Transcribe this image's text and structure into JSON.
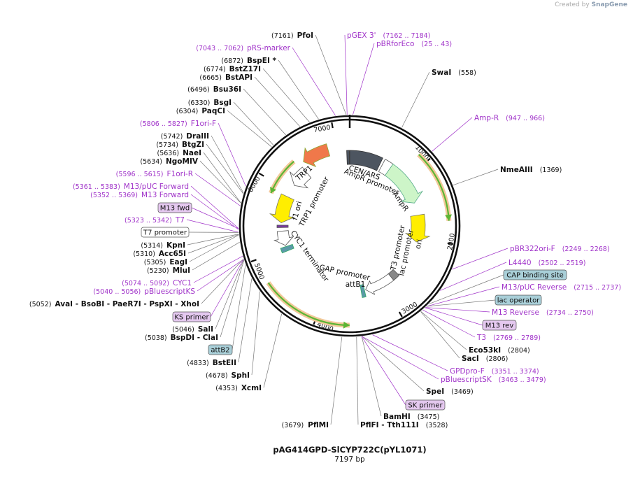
{
  "credit": {
    "prefix": "Created by",
    "brand": "SnapGene"
  },
  "plasmid": {
    "name": "pAG414GPD-SlCYP722C(pYL1071)",
    "size_label": "7197 bp",
    "length": 7197
  },
  "ticks": [
    "1000",
    "2000",
    "3000",
    "4000",
    "5000",
    "6000",
    "7000"
  ],
  "enzymes": [
    {
      "name": "PfoI",
      "pos": "(7161)"
    },
    {
      "name": "BspEI *",
      "pos": "(6872)"
    },
    {
      "name": "BstZ17I",
      "pos": "(6774)"
    },
    {
      "name": "BstAPI",
      "pos": "(6665)"
    },
    {
      "name": "Bsu36I",
      "pos": "(6496)"
    },
    {
      "name": "BsgI",
      "pos": "(6330)"
    },
    {
      "name": "PaqCI",
      "pos": "(6304)"
    },
    {
      "name": "DraIII",
      "pos": "(5742)"
    },
    {
      "name": "BtgZI",
      "pos": "(5734)"
    },
    {
      "name": "NaeI",
      "pos": "(5636)"
    },
    {
      "name": "NgoMIV",
      "pos": "(5634)"
    },
    {
      "name": "KpnI",
      "pos": "(5314)"
    },
    {
      "name": "Acc65I",
      "pos": "(5310)"
    },
    {
      "name": "EagI",
      "pos": "(5305)"
    },
    {
      "name": "MluI",
      "pos": "(5230)"
    },
    {
      "name": "AvaI  - BsoBI  - PaeR7I  - PspXI  - XhoI",
      "pos": "(5052)"
    },
    {
      "name": "SalI",
      "pos": "(5046)"
    },
    {
      "name": "BspDI  - ClaI",
      "pos": "(5038)"
    },
    {
      "name": "BstEII",
      "pos": "(4833)"
    },
    {
      "name": "SphI",
      "pos": "(4678)"
    },
    {
      "name": "XcmI",
      "pos": "(4353)"
    },
    {
      "name": "PflMI",
      "pos": "(3679)"
    },
    {
      "name": "PflFI  - Tth111I",
      "pos": "(3528)"
    },
    {
      "name": "BamHI",
      "pos": "(3475)"
    },
    {
      "name": "SpeI",
      "pos": "(3469)"
    },
    {
      "name": "SacI",
      "pos": "(2806)"
    },
    {
      "name": "Eco53kI",
      "pos": "(2804)"
    },
    {
      "name": "NmeAIII",
      "pos": "(1369)"
    },
    {
      "name": "SwaI",
      "pos": "(558)"
    }
  ],
  "feature_labels": [
    {
      "name": "pGEX 3'",
      "pos": "(7162 .. 7184)"
    },
    {
      "name": "pBRforEco",
      "pos": "(25 .. 43)"
    },
    {
      "name": "pRS-marker",
      "pos": "(7043 .. 7062)"
    },
    {
      "name": "F1ori-F",
      "pos": "(5806 .. 5827)"
    },
    {
      "name": "F1ori-R",
      "pos": "(5596 .. 5615)"
    },
    {
      "name": "M13/pUC Forward",
      "pos": "(5361 .. 5383)"
    },
    {
      "name": "M13 Forward",
      "pos": "(5352 .. 5369)"
    },
    {
      "name": "T7",
      "pos": "(5323 .. 5342)"
    },
    {
      "name": "CYC1",
      "pos": "(5074 .. 5092)"
    },
    {
      "name": "pBluescriptKS",
      "pos": "(5040 .. 5056)"
    },
    {
      "name": "Amp-R",
      "pos": "(947 .. 966)"
    },
    {
      "name": "pBR322ori-F",
      "pos": "(2249 .. 2268)"
    },
    {
      "name": "L4440",
      "pos": "(2502 .. 2519)"
    },
    {
      "name": "M13/pUC Reverse",
      "pos": "(2715 .. 2737)"
    },
    {
      "name": "M13 Reverse",
      "pos": "(2734 .. 2750)"
    },
    {
      "name": "T3",
      "pos": "(2769 .. 2789)"
    },
    {
      "name": "GPDpro-F",
      "pos": "(3351 .. 3374)"
    },
    {
      "name": "pBluescriptSK",
      "pos": "(3463 .. 3479)"
    }
  ],
  "boxed_labels": [
    {
      "name": "M13 fwd",
      "kind": "primer"
    },
    {
      "name": "T7 promoter",
      "kind": "promoter"
    },
    {
      "name": "KS primer",
      "kind": "primer"
    },
    {
      "name": "attB2",
      "kind": "site"
    },
    {
      "name": "CAP binding site",
      "kind": "site"
    },
    {
      "name": "lac operator",
      "kind": "site"
    },
    {
      "name": "M13 rev",
      "kind": "primer"
    },
    {
      "name": "SK primer",
      "kind": "primer"
    }
  ],
  "inner_labels": [
    "CEN/ARS",
    "AmpR promoter",
    "AmpR",
    "ori",
    "T3 promoter",
    "lac promoter",
    "GAP promoter",
    "attB1",
    "CYC1 terminator",
    "f1 ori",
    "TRP1 promoter",
    "TRP1"
  ],
  "colors": {
    "enzyme_text": "#111111",
    "feature_text": "#a033c9",
    "primer_fill": "#e4c8ef",
    "site_fill": "#a9cfd8",
    "promoter_fill": "#ffffff",
    "orf_arrow": "#5cb534",
    "orf_halo": "#f2c99a",
    "cen_ars": "#4d5560",
    "trp1": "#f0784a",
    "ampr": "#cdf5c8",
    "ori": "#ffee00",
    "f1ori": "#ffee00"
  }
}
